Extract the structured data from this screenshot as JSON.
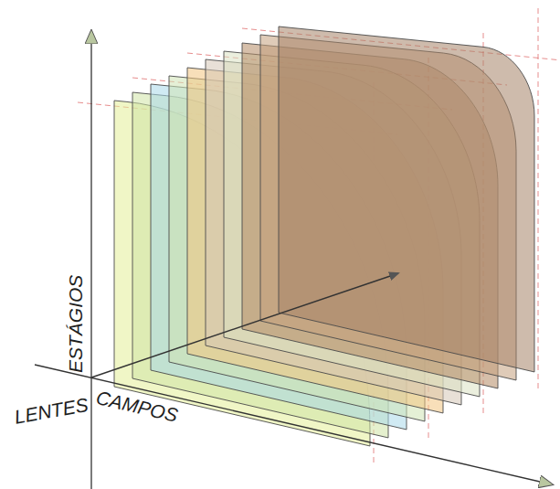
{
  "diagram": {
    "labels": [
      "ESTÁGIOS",
      "LENTES",
      "CAMPOS"
    ]
  }
}
